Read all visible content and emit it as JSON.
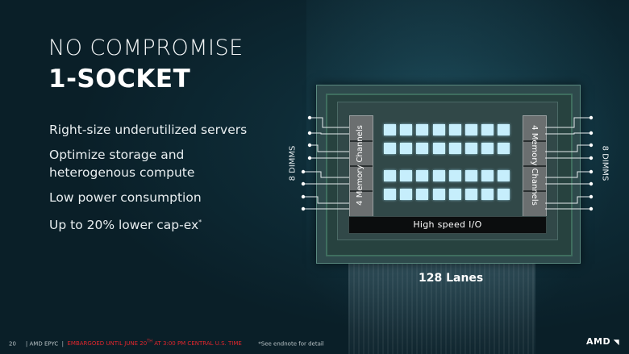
{
  "slide": {
    "title_line1": "NO COMPROMISE",
    "title_line2": "1-SOCKET",
    "bullets": [
      "Right-size underutilized servers",
      "Optimize storage and heterogenous compute",
      "Low power consumption",
      "Up to 20% lower cap-ex"
    ],
    "bullet_footnote_mark": "*"
  },
  "diagram": {
    "left_memory_label": "4 Memory Channels",
    "right_memory_label": "4 Memory Channels",
    "left_dimms_label": "8 DIMMS",
    "right_dimms_label": "8 DIMMS",
    "io_label": "High speed I/O",
    "lanes_label": "128 Lanes",
    "core_rows": 4,
    "core_cols": 8,
    "core_color": "#c6eefc"
  },
  "footer": {
    "page_number": "20",
    "product": "AMD EPYC",
    "embargo_prefix": "EMBARGOED UNTIL JUNE 20",
    "embargo_sup": "TH",
    "embargo_suffix": " AT 3:00 PM CENTRAL U.S. TIME",
    "endnote": "*See endnote for detail",
    "logo": "AMD",
    "embargo_color": "#e0262d"
  }
}
